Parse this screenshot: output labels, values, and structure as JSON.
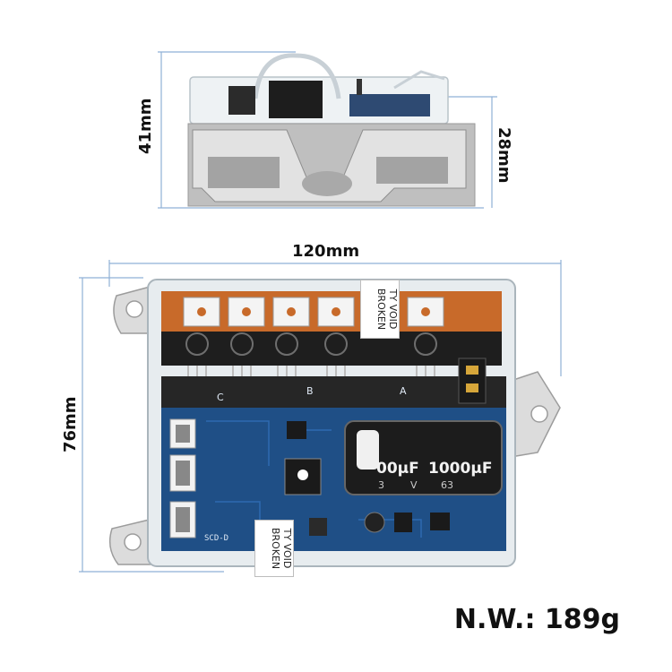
{
  "dimensions": {
    "top_height": "41mm",
    "top_depth": "28mm",
    "width": "120mm",
    "height": "76mm"
  },
  "sticker": {
    "top_line": "TY VOID",
    "bottom_line": "BROKEN"
  },
  "capacitor": {
    "label_left": "00µF",
    "label_right": "1000µF",
    "sub_left": "3",
    "sub_v": "V",
    "sub_right": "63"
  },
  "pcb_labels": {
    "phase_c": "C",
    "phase_b": "B",
    "phase_a": "A",
    "serial": "SCD-D"
  },
  "weight_label": "N.W.: 189g",
  "colors": {
    "dimension_line": "#8fb0d6",
    "pcb_blue": "#1f4f86",
    "copper": "#c86a2a",
    "heatsink": "#cfcfcf",
    "casing": "#e7ecef"
  }
}
